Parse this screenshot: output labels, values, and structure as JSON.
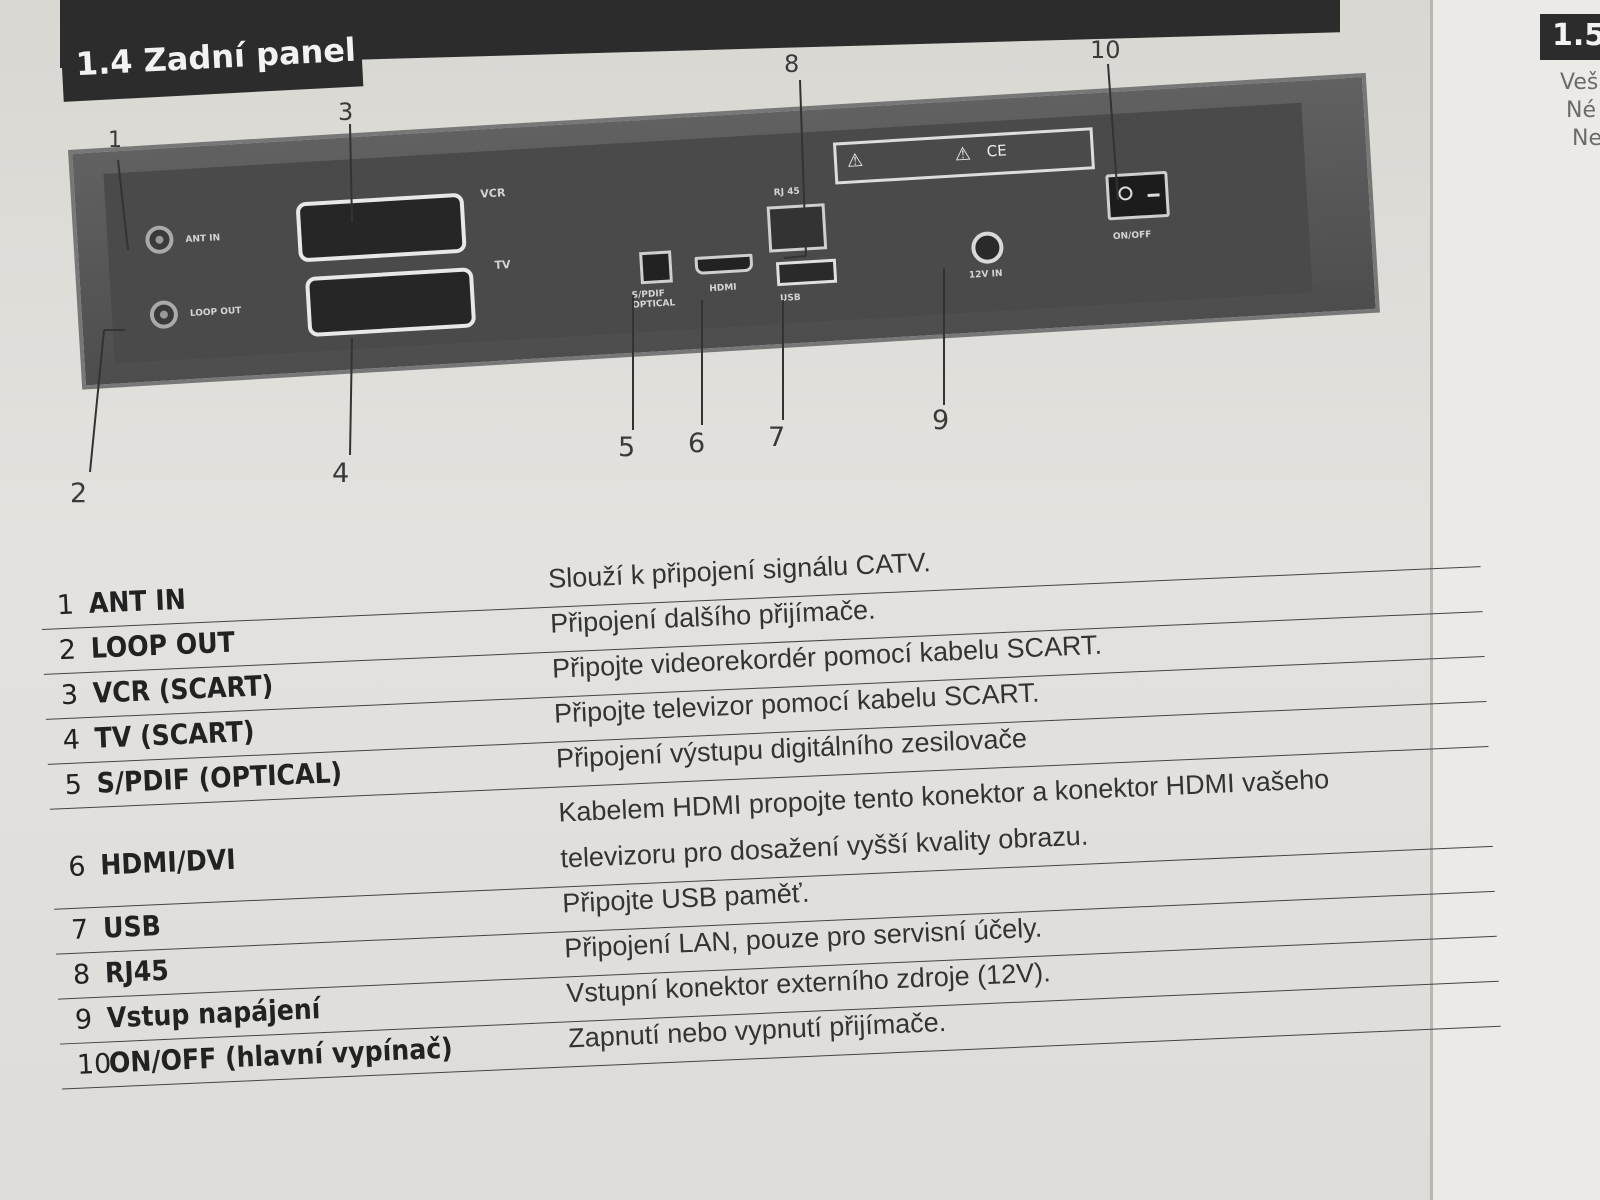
{
  "section": {
    "title": "1.4 Zadní panel"
  },
  "right_page": {
    "title": "1.5",
    "lines": [
      "Veš",
      "Né",
      "Ne"
    ]
  },
  "diagram": {
    "panel_labels": {
      "ant_in": "ANT IN",
      "loop_out": "LOOP OUT",
      "vcr": "VCR",
      "tv": "TV",
      "spdif": "S/PDIF OPTICAL",
      "hdmi": "HDMI",
      "rj45": "RJ 45",
      "usb": "USB",
      "dc_in": "12V IN",
      "on_off": "ON/OFF"
    },
    "callouts": [
      "1",
      "2",
      "3",
      "4",
      "5",
      "6",
      "7",
      "8",
      "9",
      "10"
    ],
    "marks": {
      "ce": "CE"
    }
  },
  "table": {
    "rows": [
      {
        "num": "1",
        "name": "ANT IN",
        "desc": [
          "Slouží k připojení signálu CATV."
        ]
      },
      {
        "num": "2",
        "name": "LOOP OUT",
        "desc": [
          "Připojení dalšího přijímače."
        ]
      },
      {
        "num": "3",
        "name": "VCR (SCART)",
        "desc": [
          "Připojte videorekordér pomocí kabelu SCART."
        ]
      },
      {
        "num": "4",
        "name": "TV (SCART)",
        "desc": [
          "Připojte televizor pomocí kabelu SCART."
        ]
      },
      {
        "num": "5",
        "name": "S/PDIF (OPTICAL)",
        "desc": [
          "Připojení výstupu digitálního zesilovače"
        ]
      },
      {
        "num": "6",
        "name": "HDMI/DVI",
        "desc": [
          "Kabelem HDMI propojte tento konektor a konektor HDMI vašeho",
          "televizoru pro dosažení vyšší kvality obrazu."
        ]
      },
      {
        "num": "7",
        "name": "USB",
        "desc": [
          "Připojte USB paměť."
        ]
      },
      {
        "num": "8",
        "name": "RJ45",
        "desc": [
          "Připojení LAN, pouze pro servisní účely."
        ]
      },
      {
        "num": "9",
        "name": "Vstup napájení",
        "desc": [
          "Vstupní konektor externího zdroje (12V)."
        ]
      },
      {
        "num": "10",
        "name": "ON/OFF (hlavní vypínač)",
        "desc": [
          "Zapnutí nebo vypnutí přijímače."
        ]
      }
    ]
  }
}
